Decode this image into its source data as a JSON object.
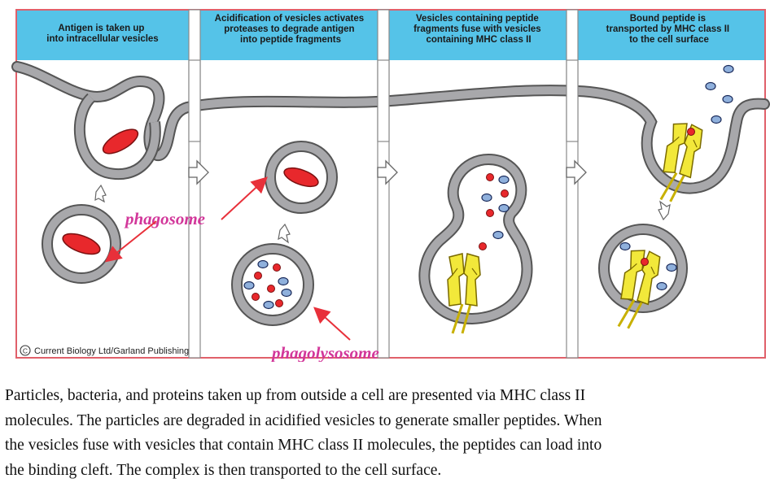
{
  "panels": [
    {
      "title_lines": [
        "Antigen is taken up",
        "into intracellular vesicles"
      ]
    },
    {
      "title_lines": [
        "Acidification of vesicles activates",
        "proteases to degrade antigen",
        "into peptide fragments"
      ]
    },
    {
      "title_lines": [
        "Vesicles containing peptide",
        "fragments fuse with vesicles",
        "containing MHC class II"
      ]
    },
    {
      "title_lines": [
        "Bound peptide is",
        "transported by MHC class II",
        "to the cell surface"
      ]
    }
  ],
  "labels": {
    "phagosome": "phagosome",
    "phagolysosome": "phagolysosome",
    "copyright": "Current Biology Ltd/Garland Publishing",
    "copyright_symbol": "C"
  },
  "caption_lines": [
    "Particles, bacteria, and proteins taken up from outside a cell are presented via MHC class II",
    "molecules.  The particles are degraded in acidified vesicles to generate smaller peptides.  When",
    "the vesicles fuse with vesicles that contain MHC class II molecules, the peptides can load into",
    "the binding cleft.  The complex is then transported to the cell surface."
  ],
  "colors": {
    "header_blue": "#55c3e8",
    "frame_red": "#e0606a",
    "membrane_gray": "#a8a8ab",
    "antigen_red": "#e8282c",
    "mhc_yellow": "#f2e83a",
    "peptide_blue": "#8fb0dc",
    "label_pink": "#d2379a",
    "arrow_red": "#e8303a"
  }
}
